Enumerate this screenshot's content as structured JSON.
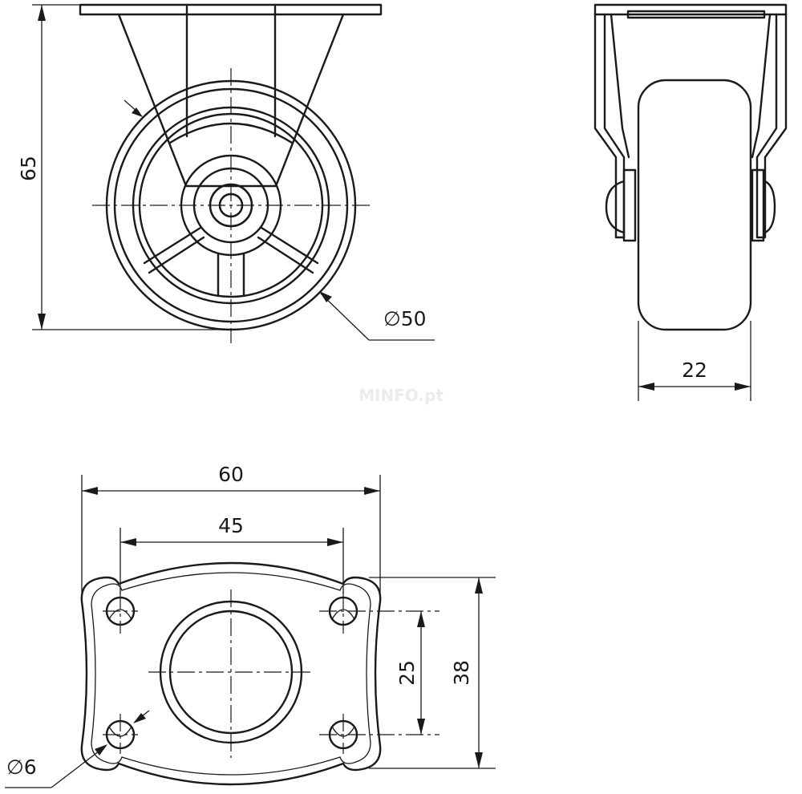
{
  "dimensions": {
    "height": "65",
    "wheel_diameter": "∅50",
    "wheel_width": "22",
    "plate_width": "60",
    "hole_spacing_x": "45",
    "hole_spacing_y": "25",
    "plate_depth": "38",
    "hole_diameter": "∅6"
  },
  "watermark": "MINFO.pt",
  "colors": {
    "line": "#1a1a1a",
    "background": "#ffffff"
  }
}
